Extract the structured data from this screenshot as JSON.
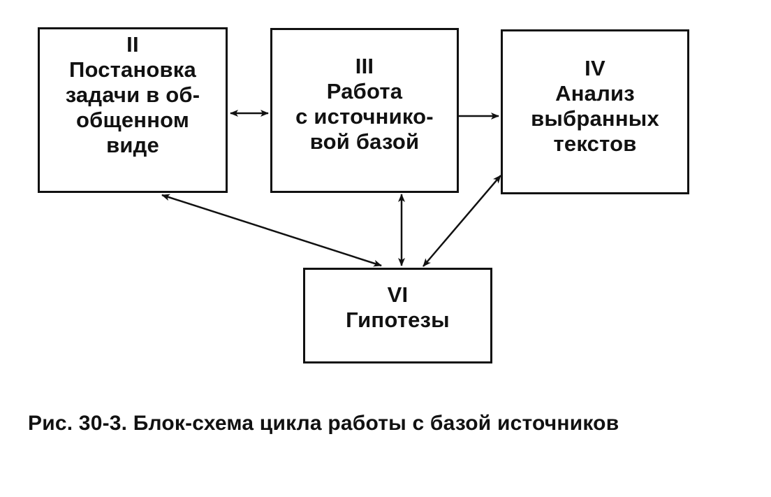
{
  "diagram": {
    "boxes": [
      {
        "id": "ii",
        "number": "II",
        "lines": [
          "Постановка",
          "задачи в об-",
          "общенном",
          "виде"
        ]
      },
      {
        "id": "iii",
        "number": "III",
        "lines": [
          "Работа",
          "с источнико-",
          "вой базой"
        ]
      },
      {
        "id": "iv",
        "number": "IV",
        "lines": [
          "Анализ",
          "выбранных",
          "текстов"
        ]
      },
      {
        "id": "vi",
        "number": "VI",
        "lines": [
          "Гипотезы"
        ]
      }
    ],
    "connections": [
      {
        "from": "ii",
        "to": "iii",
        "direction": "both"
      },
      {
        "from": "iii",
        "to": "iv",
        "direction": "forward"
      },
      {
        "from": "ii",
        "to": "vi",
        "direction": "both"
      },
      {
        "from": "iii",
        "to": "vi",
        "direction": "both"
      },
      {
        "from": "iv",
        "to": "vi",
        "direction": "both"
      }
    ],
    "colors": {
      "ink": "#111111",
      "background": "#ffffff"
    }
  },
  "caption": "Рис. 30-3. Блок-схема цикла работы с базой источников"
}
